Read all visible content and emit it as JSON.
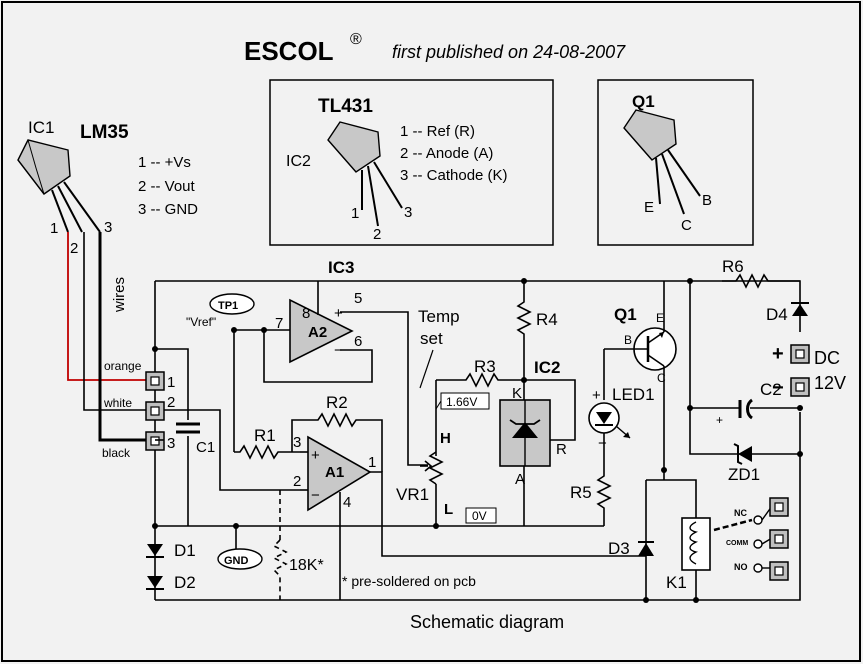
{
  "header": {
    "brand": "ESCOL",
    "reg": "®",
    "published": "first published on 24-08-2007"
  },
  "ic1": {
    "ref": "IC1",
    "part": "LM35",
    "pins": [
      "1 -- +Vs",
      "2 -- Vout",
      "3 -- GND"
    ],
    "pin_numbers": [
      "1",
      "2",
      "3"
    ],
    "wires_label": "wires"
  },
  "tl431_box": {
    "part": "TL431",
    "ref": "IC2",
    "pins": [
      "1 -- Ref (R)",
      "2 -- Anode  (A)",
      "3 -- Cathode (K)"
    ],
    "pin_numbers": [
      "1",
      "2",
      "3"
    ]
  },
  "q1_box": {
    "ref": "Q1",
    "pins": [
      "E",
      "B",
      "C"
    ]
  },
  "schematic": {
    "ic3": "IC3",
    "wire_colors": [
      "orange",
      "white",
      "black"
    ],
    "terminals": [
      "1",
      "2",
      "3"
    ],
    "tp1": "TP1",
    "vref": "\"Vref\"",
    "a2": {
      "name": "A2",
      "pins": [
        "8",
        "5",
        "7",
        "6"
      ],
      "plus": "+",
      "minus": "−"
    },
    "a1": {
      "name": "A1",
      "pins": [
        "3",
        "2",
        "1",
        "4"
      ],
      "plus": "+",
      "minus": "−"
    },
    "temp_set": [
      "Temp",
      "set"
    ],
    "r1": "R1",
    "r2": "R2",
    "r3": "R3",
    "r4": "R4",
    "r5": "R5",
    "r6": "R6",
    "c1": "C1",
    "c2": "C2",
    "ic2": "IC2",
    "ic2_pins": [
      "K",
      "R",
      "A"
    ],
    "v166": "1.66V",
    "v0": "0V",
    "vr1": "VR1",
    "h": "H",
    "l": "L",
    "q1": "Q1",
    "q1_pins": [
      "B",
      "E",
      "C"
    ],
    "led1": "LED1",
    "d1": "D1",
    "d2": "D2",
    "d3": "D3",
    "d4": "D4",
    "zd1": "ZD1",
    "k1": "K1",
    "gnd": "GND",
    "r18k": "18K*",
    "pre_soldered": "* pre-soldered on pcb",
    "dc_plus": "+",
    "dc_minus": "−",
    "dc": "DC",
    "v12": "12V",
    "relay_contacts": [
      "NC",
      "COMM",
      "NO"
    ],
    "caption": "Schematic diagram"
  },
  "colors": {
    "orange_wire": "#c00000"
  }
}
